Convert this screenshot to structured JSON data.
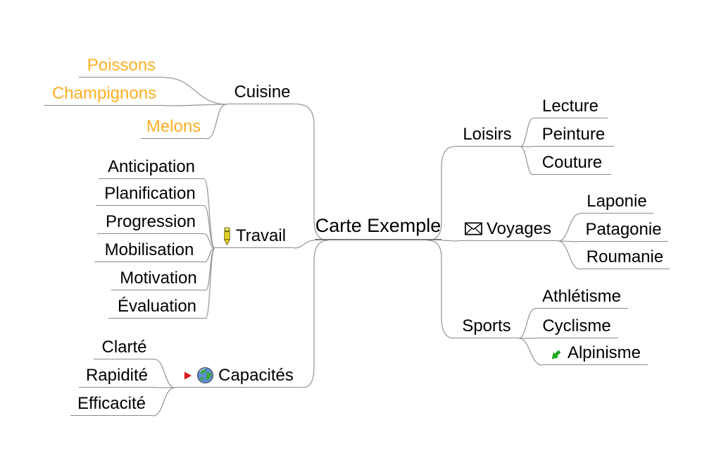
{
  "mindmap": {
    "root": {
      "label": "Carte Exemple"
    },
    "left": [
      {
        "label": "Cuisine",
        "children": [
          {
            "label": "Poissons"
          },
          {
            "label": "Champignons"
          },
          {
            "label": "Melons"
          }
        ]
      },
      {
        "label": "Travail",
        "icon": "pencil-icon",
        "children": [
          {
            "label": "Anticipation"
          },
          {
            "label": "Planification"
          },
          {
            "label": "Progression"
          },
          {
            "label": "Mobilisation"
          },
          {
            "label": "Motivation"
          },
          {
            "label": "Évaluation"
          }
        ]
      },
      {
        "label": "Capacités",
        "icons": [
          "link-triangle-icon",
          "globe-icon"
        ],
        "children": [
          {
            "label": "Clarté"
          },
          {
            "label": "Rapidité"
          },
          {
            "label": "Efficacité"
          }
        ]
      }
    ],
    "right": [
      {
        "label": "Loisirs",
        "children": [
          {
            "label": "Lecture"
          },
          {
            "label": "Peinture"
          },
          {
            "label": "Couture"
          }
        ]
      },
      {
        "label": "Voyages",
        "icon": "envelope-icon",
        "children": [
          {
            "label": "Laponie"
          },
          {
            "label": "Patagonie"
          },
          {
            "label": "Roumanie"
          }
        ]
      },
      {
        "label": "Sports",
        "children": [
          {
            "label": "Athlétisme"
          },
          {
            "label": "Cyclisme"
          },
          {
            "label": "Alpinisme",
            "icon": "green-arrow-icon"
          }
        ]
      }
    ]
  },
  "colors": {
    "background": "#ffffff",
    "text": "#000000",
    "edge": "#9b9b9b",
    "cuisine_children_text": "#FFAF24",
    "pencil_yellow": "#FFE838",
    "globe_blue": "#5B8DD9",
    "globe_green": "#3FA33C",
    "link_triangle_red": "#E01414",
    "alpinisme_arrow_green": "#1DA922"
  }
}
